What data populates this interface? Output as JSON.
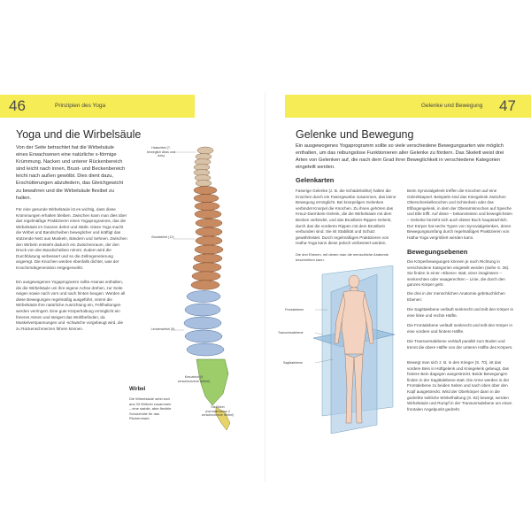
{
  "left": {
    "page_number": "46",
    "running_head": "Prinzipien des Yoga",
    "title": "Yoga und die Wirbelsäule",
    "lead": "Von der Seite betrachtet hat die Wirbelsäule eines Erwachsenen eine natürliche s-förmige Krümmung. Nacken und unterer Rückenbereich sind leicht nach innen, Brust- und Beckenbereich leicht nach außen gewölbt. Dies dient dazu, Erschütterungen abzufedern, das Gleichgewicht zu bewahren und die Wirbelsäule flexibel zu halten.",
    "para1": "Für eine gesunde Wirbelsäule ist es wichtig, dass diese Krümmungen erhalten bleiben. Zwischen kann man dies über das regelmäßige Praktizieren eines Yogaprogramms, das die Wirbelsäule im Ganzen dehnt und stärkt. Diese Yoga macht die Wirbel und Bandscheiben beweglicher und kräftigt das stützende Netz aus Muskeln, Bändern und Sehnen. Zwischen den Wirbeln entsteht dadurch ein Zwischenraum, der den Druck von den Bandscheiben nimmt. Zudem wird die Durchblutung verbessert und so die Zellregenerierung angeregt. Die Knochen werden ebenfalls dichter, was der Knochendegeneration entgegenwirkt.",
    "para2": "Ein ausgewogenes Yogaprogramm sollte Asanas enthalten, die die Wirbelsäule um ihre eigene Achse drehen, zur Seite neigen sowie nach vorn und nach hinten beugen. Werden all diese Bewegungen regelmäßig ausgeführt, nimmt die Wirbelsäule ihre natürliche Ausrichtung ein, Fehlhaltungen werden verringert. Eine gute Körperhaltung ermöglicht ein freieres Atmen und steigert das Wohlbefinden, da Muskelverspannungen und -schwäche vorgebeugt wird, die zu Rückenschmerzen führen können.",
    "spine_labels": {
      "cervical": "Halswirbel (7, beweglich Atlas und Axis)",
      "thoracic": "Brustwirbel (12)",
      "lumbar": "Lendenwirbel (5)",
      "coccyx": "Kreuzbein (5 verschmolzene Wirbel)",
      "sacrum": "Steißbein (normalerweise 4 verschmolzene Wirbel)"
    },
    "sidebar_title": "Wirbel",
    "sidebar_text": "Die Wirbelsäule setzt sich aus 33 Wirbeln zusammen – eine stabile, aber flexible Schutzhülle für das Rückenmark."
  },
  "right": {
    "page_number": "47",
    "running_head": "Gelenke und Bewegung",
    "title": "Gelenke und Bewegung",
    "lead": "Ein ausgewogenes Yogaprogramm sollte so viele verschiedene Bewegungsarten wie möglich enthalten, um das reibungslose Funktionieren aller Gelenke zu fördern. Das Skelett weist drei Arten von Gelenken auf, die nach dem Grad ihrer Beweglichkeit in verschiedene Kategorien eingeteilt werden.",
    "sub1": "Gelenkarten",
    "col1": "Faserige Gelenke (z. B. die Schädelnähte) halten die Knochen durch ein Fasergewebe zusammen, das keine Bewegung ermöglicht. Bei knorpeligen Gelenken verbindet Knorpel die Knochen. Zu ihnen gehören das Kreuz-Darmbein-Gelenk, die die Wirbelsäule mit dem Becken verbindet, und das Brustbein-Rippen-Gelenk, durch das die vorderen Rippen mit dem Brustbein verbunden sind. Sie ist Stabilität und Schutz gewährleistet. Durch regelmäßiges Praktizieren von Hatha-Yoga kann diese jedoch verbessert werden.",
    "col2": "Beim Synovialgelenk treffen die Knochen auf eine Gelenkkapsel. Beispiele sind das Kniegelenk zwischen Oberschenkelknochen und Schienbein oder das Ellbogengelenk, in dem der Oberarmknochen auf Speiche und Elle trifft. Auf diese – bekanntesten und beweglichsten – Gelenke bezieht sich auch dieser Buch hauptsächlich. Der Körper hat sechs Typen von Synovialgelenken, deren Bewegungsumfang durch regelmäßiges Praktizieren von Hatha-Yoga vergrößert werden kann.",
    "figure_caption": "Die drei Ebenen, mit denen man die menschliche Anatomie beschreiben kann.",
    "plane_labels": {
      "frontal": "Frontalebene",
      "transverse": "Transversalebene",
      "sagittal": "Sagittalebene"
    },
    "sub2": "Bewegungsebenen",
    "col2b_intro": "Die Körperbewegungen können je nach Richtung in verschiedene Kategorien eingeteilt werden (siehe S. 36). Sie finden in einer »Ebene« statt, einer imaginären – senkrechten oder waagerechten – Linie, die durch den ganzen Körper geht.",
    "col2b_2": "Die drei in der menschlichen Anatomie gebräuchlichen Ebenen:",
    "col2b_sag": "Die Sagittalebene verläuft senkrecht und teilt den Körper in eine linke und rechte Hälfte.",
    "col2b_front": "Die Frontalebene verläuft senkrecht und teilt den Körper in eine vordere und hintere Hälfte.",
    "col2b_trans": "Die Transversalebene verläuft parallel zum Boden und trennt die obere Hälfte von der unteren Hälfte des Körpers.",
    "col2b_end": "Bewegt man sich z. B. in den Krieger (S. 70), ist das vordere Bein in Hüftgelenk und Kniegelenk gebeugt, das hintere Bein dagegen ausgestreckt. Beide Bewegungen finden in der Sagittalebene statt. Die Arme werden in der Frontalebene zu beiden Seiten und nach oben über den Kopf ausgestreckt. Wird der Oberkörper dann in die gedrehte seitliche Winkelhaltung (S. 82) bewegt, werden Wirbelsäule und Rumpf in der Transversalebene um einen frontalen Angelpunkt gedreht."
  }
}
